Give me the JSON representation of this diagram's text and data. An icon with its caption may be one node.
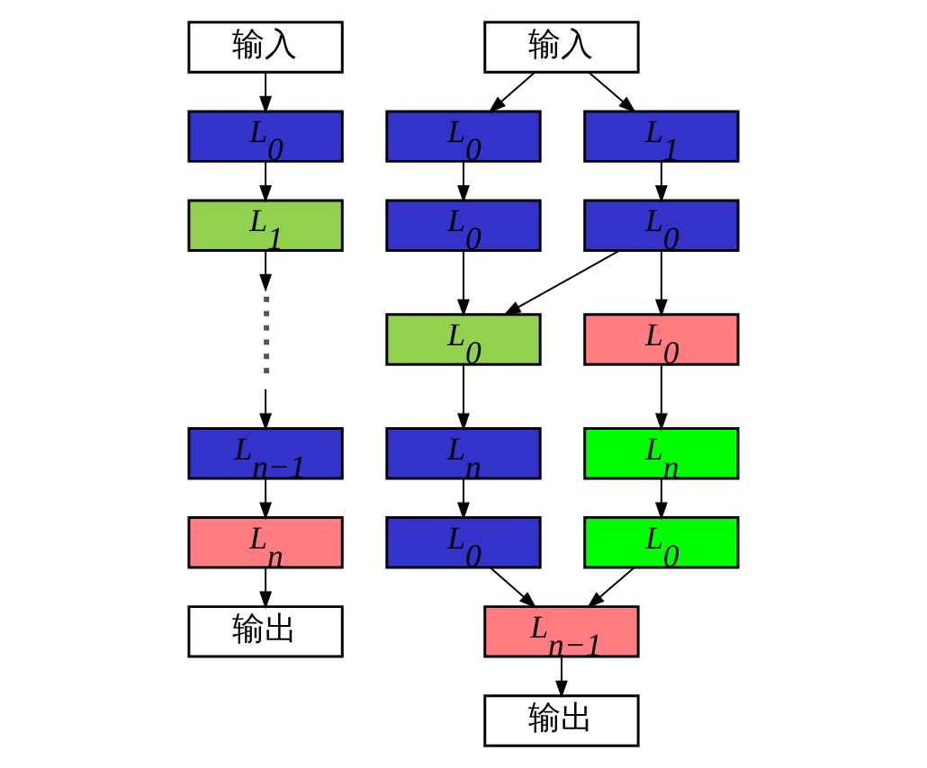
{
  "diagram": {
    "nodes": [
      {
        "text": [
          "输入"
        ]
      },
      {
        "text": [
          "*L*$_{0}$"
        ]
      },
      {
        "text": [
          "*L*$_{1}$"
        ]
      },
      {
        "text": [],
        "shape": "dots"
      },
      {
        "text": [
          "*L*$_{n−1}$"
        ]
      },
      {
        "text": [
          "*L*$_{n}$"
        ]
      },
      {
        "text": [
          "输出"
        ]
      },
      {
        "text": [
          "输入"
        ]
      },
      {
        "text": [
          "*L*$_{0}$"
        ]
      },
      {
        "text": [
          "*L*$_{1}$"
        ]
      },
      {
        "text": [
          "*L*$_{0}$"
        ]
      },
      {
        "text": [
          "*L*$_{0}$"
        ]
      },
      {
        "text": [
          "*L*$_{0}$"
        ]
      },
      {
        "text": [
          "*L*$_{0}$"
        ]
      },
      {
        "text": [
          "*L*$_{n}$"
        ]
      },
      {
        "text": [
          "*L*$_{n}$"
        ]
      },
      {
        "text": [
          "*L*$_{0}$"
        ]
      },
      {
        "text": [
          "*L*$_{0}$"
        ]
      },
      {
        "text": [
          "*L*$_{n−1}$"
        ]
      },
      {
        "text": [
          "输出"
        ]
      }
    ],
    "edges": [
      {
        "from": 0,
        "to": 1,
        "arrow": "to"
      },
      {
        "from": 1,
        "to": 2,
        "arrow": "to"
      },
      {
        "from": 2,
        "to": 3,
        "arrow": "to"
      },
      {
        "from": 3,
        "to": 4,
        "arrow": "to"
      },
      {
        "from": 4,
        "to": 5,
        "arrow": "to"
      },
      {
        "from": 5,
        "to": 6,
        "arrow": "to"
      },
      {
        "from": 7,
        "to": 8,
        "arrow": "to"
      },
      {
        "from": 7,
        "to": 9,
        "arrow": "to"
      },
      {
        "from": 8,
        "to": 10,
        "arrow": "to"
      },
      {
        "from": 9,
        "to": 11,
        "arrow": "to"
      },
      {
        "from": 10,
        "to": 12,
        "arrow": "to"
      },
      {
        "from": 11,
        "to": 12,
        "arrow": "to"
      },
      {
        "from": 11,
        "to": 13,
        "arrow": "to"
      },
      {
        "from": 12,
        "to": 14,
        "arrow": "to"
      },
      {
        "from": 13,
        "to": 15,
        "arrow": "to"
      },
      {
        "from": 14,
        "to": 16,
        "arrow": "to"
      },
      {
        "from": 15,
        "to": 17,
        "arrow": "to"
      },
      {
        "from": 16,
        "to": 18,
        "arrow": "to"
      },
      {
        "from": 17,
        "to": 18,
        "arrow": "to"
      },
      {
        "from": 18,
        "to": 19,
        "arrow": "to"
      }
    ]
  }
}
